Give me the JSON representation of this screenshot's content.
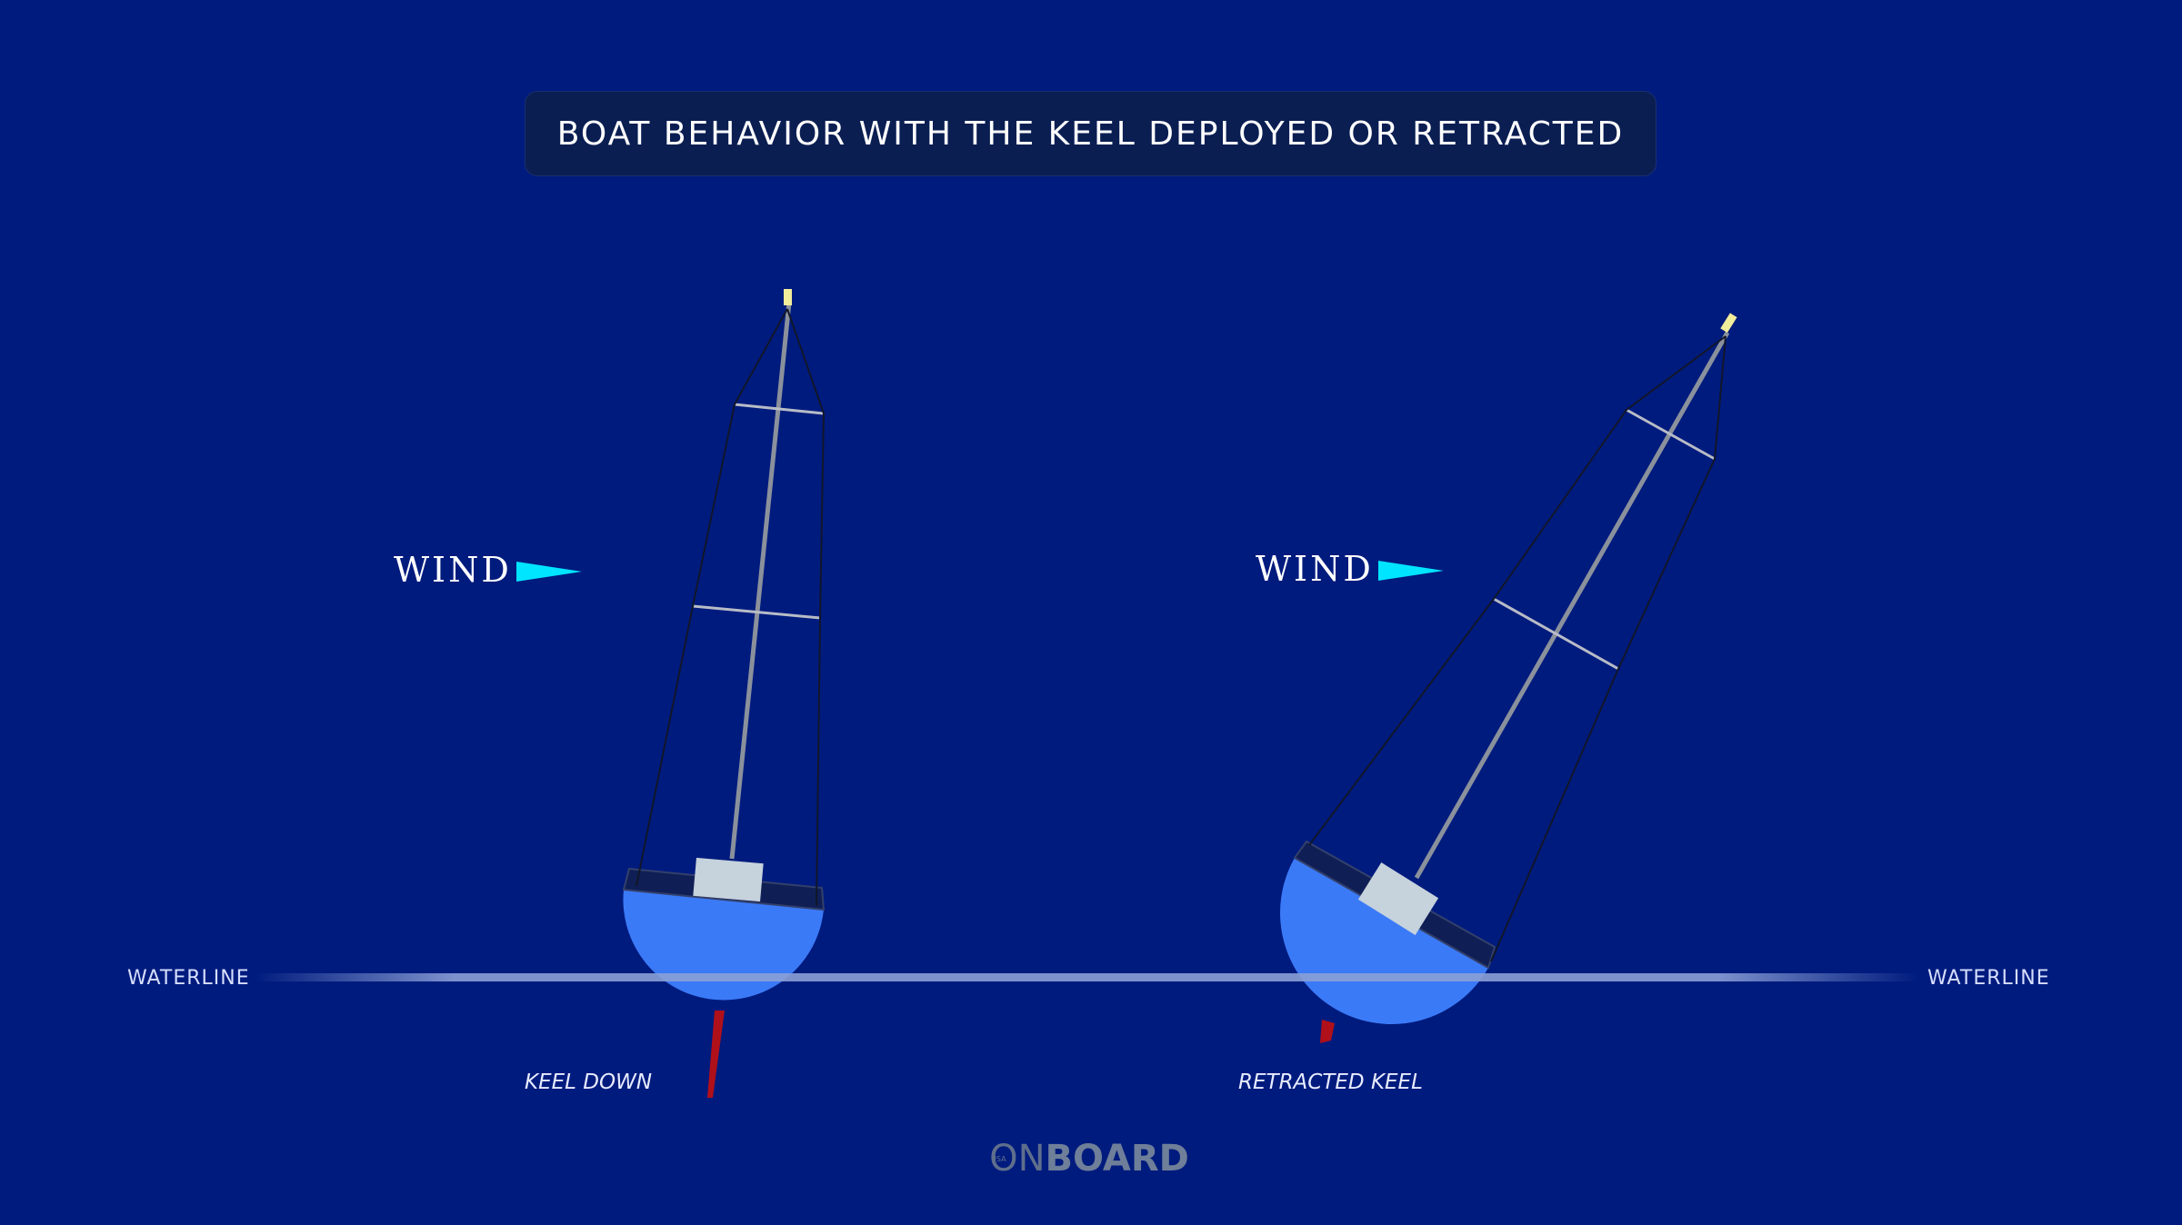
{
  "title": "BOAT BEHAVIOR WITH THE KEEL DEPLOYED OR RETRACTED",
  "waterline_left": "WATERLINE",
  "waterline_right": "WATERLINE",
  "boats": [
    {
      "wind_label": "WIND",
      "keel_label": "KEEL DOWN",
      "heel_angle_deg": 5,
      "keel": "deployed"
    },
    {
      "wind_label": "WIND",
      "keel_label": "RETRACTED KEEL",
      "heel_angle_deg": 32,
      "keel": "retracted"
    }
  ],
  "logo": {
    "small": "USA",
    "on": "ON",
    "board": "BOARD"
  },
  "colors": {
    "background": "#001b7e",
    "hull": "#3b7af7",
    "keel": "#b0101a",
    "wind_arrow": "#00e5ff",
    "waterline": "#8a9fd6"
  }
}
